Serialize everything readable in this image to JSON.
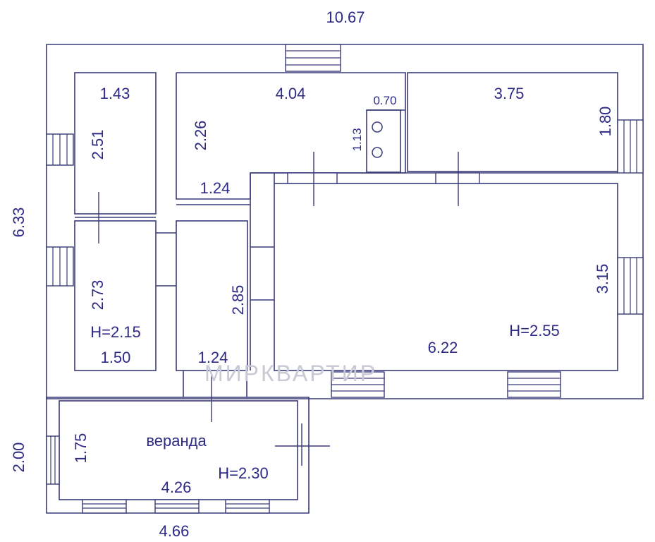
{
  "plan": {
    "dimensions": {
      "total_width": "10.67",
      "total_height": "6.33",
      "veranda_height": "2.00",
      "veranda_width": "4.66"
    },
    "rooms": {
      "pantry_top": {
        "width": "1.43",
        "length": "2.51"
      },
      "kitchen": {
        "width": "4.04",
        "length": "2.26",
        "bottom": "1.24"
      },
      "stove": {
        "width": "0.70",
        "length": "1.13"
      },
      "bedroom_top_right": {
        "width": "3.75",
        "length": "1.80"
      },
      "left_room": {
        "length": "2.73",
        "height": "H=2.15",
        "width": "1.50"
      },
      "middle_room": {
        "length": "2.85",
        "width": "1.24"
      },
      "living_room": {
        "width": "6.22",
        "height": "H=2.55",
        "length": "3.15"
      },
      "veranda": {
        "name": "веранда",
        "height": "H=2.30",
        "width": "4.26",
        "length": "1.75"
      }
    },
    "watermark": "МИРКВАРТИР"
  }
}
